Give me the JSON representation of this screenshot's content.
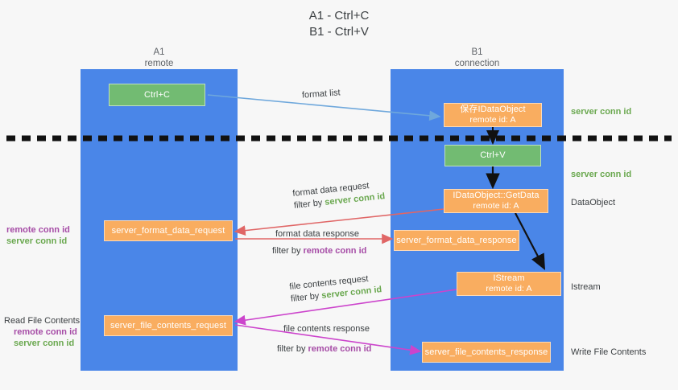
{
  "title": {
    "line1": "A1 - Ctrl+C",
    "line2": "B1 - Ctrl+V"
  },
  "lanes": [
    {
      "id": "a1",
      "name": "A1",
      "role": "remote",
      "color": "#4a86e8"
    },
    {
      "id": "b1",
      "name": "B1",
      "role": "connection",
      "color": "#4a86e8"
    }
  ],
  "colors": {
    "lane": "#4a86e8",
    "green_box": "#72bb72",
    "orange_box": "#f9ad60",
    "server_conn_id": "#6aa84f",
    "remote_conn_id": "#a64ca6",
    "arrow_blue": "#6fa8dc",
    "arrow_red": "#e06666",
    "arrow_magenta": "#cc44cc",
    "arrow_black": "#000000",
    "background": "#f7f7f7"
  },
  "nodes": [
    {
      "id": "ctrl-c",
      "lane": "a1",
      "style": "green",
      "line1": "Ctrl+C",
      "line2": ""
    },
    {
      "id": "save-idataobject",
      "lane": "b1",
      "style": "orange",
      "line1": "保存IDataObject",
      "line2": "remote id: A"
    },
    {
      "id": "ctrl-v",
      "lane": "b1",
      "style": "green",
      "line1": "Ctrl+V",
      "line2": ""
    },
    {
      "id": "getdata",
      "lane": "b1",
      "style": "orange",
      "line1": "IDataObject::GetData",
      "line2": "remote id: A"
    },
    {
      "id": "server-format-data-request",
      "lane": "a1",
      "style": "orange",
      "line1": "server_format_data_request",
      "line2": ""
    },
    {
      "id": "server-format-data-response",
      "lane": "b1",
      "style": "orange",
      "line1": "server_format_data_response",
      "line2": ""
    },
    {
      "id": "istream",
      "lane": "b1",
      "style": "orange",
      "line1": "IStream",
      "line2": "remote id: A"
    },
    {
      "id": "server-file-contents-request",
      "lane": "a1",
      "style": "orange",
      "line1": "server_file_contents_request",
      "line2": ""
    },
    {
      "id": "server-file-contents-response",
      "lane": "b1",
      "style": "orange",
      "line1": "server_file_contents_response",
      "line2": ""
    }
  ],
  "edge_labels": [
    {
      "id": "format-list",
      "lineA": "format list",
      "filter_prefix": "",
      "filter_value": "",
      "filter_kind": ""
    },
    {
      "id": "format-data-request",
      "lineA": "format data request",
      "filter_prefix": "filter by ",
      "filter_value": "server conn id",
      "filter_kind": "server"
    },
    {
      "id": "format-data-response",
      "lineA": "format data response",
      "filter_prefix": "filter by ",
      "filter_value": "remote conn id",
      "filter_kind": "remote"
    },
    {
      "id": "file-contents-request",
      "lineA": "file contents request",
      "filter_prefix": "filter by ",
      "filter_value": "server conn id",
      "filter_kind": "server"
    },
    {
      "id": "file-contents-response",
      "lineA": "file contents response",
      "filter_prefix": "filter by ",
      "filter_value": "remote conn id",
      "filter_kind": "remote"
    }
  ],
  "left_annotations": [
    {
      "id": "left-ids-format",
      "heading": "",
      "remote": "remote conn id",
      "server": "server conn id"
    },
    {
      "id": "left-ids-file",
      "heading": "Read File Contents",
      "remote": "remote conn id",
      "server": "server conn id"
    }
  ],
  "right_annotations": [
    {
      "id": "right-server-1",
      "text": "server conn id",
      "kind": "server"
    },
    {
      "id": "right-server-2",
      "text": "server conn id",
      "kind": "server"
    },
    {
      "id": "right-dataobject",
      "text": "DataObject",
      "kind": "plain"
    },
    {
      "id": "right-istream",
      "text": "Istream",
      "kind": "plain"
    },
    {
      "id": "right-write-file",
      "text": "Write File Contents",
      "kind": "plain"
    }
  ]
}
